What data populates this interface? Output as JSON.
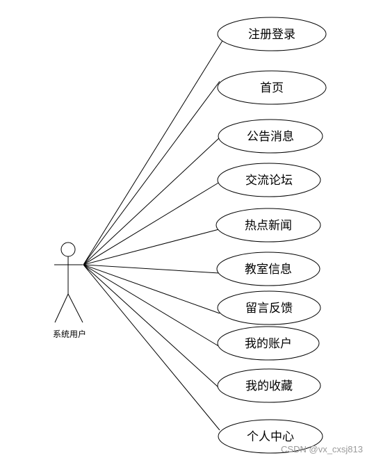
{
  "actor": {
    "label": "系统用户"
  },
  "use_cases": [
    {
      "id": "register-login",
      "label": "注册登录"
    },
    {
      "id": "home",
      "label": "首页"
    },
    {
      "id": "announcement",
      "label": "公告消息"
    },
    {
      "id": "forum",
      "label": "交流论坛"
    },
    {
      "id": "hot-news",
      "label": "热点新闻"
    },
    {
      "id": "classroom-info",
      "label": "教室信息"
    },
    {
      "id": "feedback",
      "label": "留言反馈"
    },
    {
      "id": "my-account",
      "label": "我的账户"
    },
    {
      "id": "my-favorites",
      "label": "我的收藏"
    },
    {
      "id": "personal-center",
      "label": "个人中心"
    }
  ],
  "watermark": "CSDN @vx_cxsj813"
}
